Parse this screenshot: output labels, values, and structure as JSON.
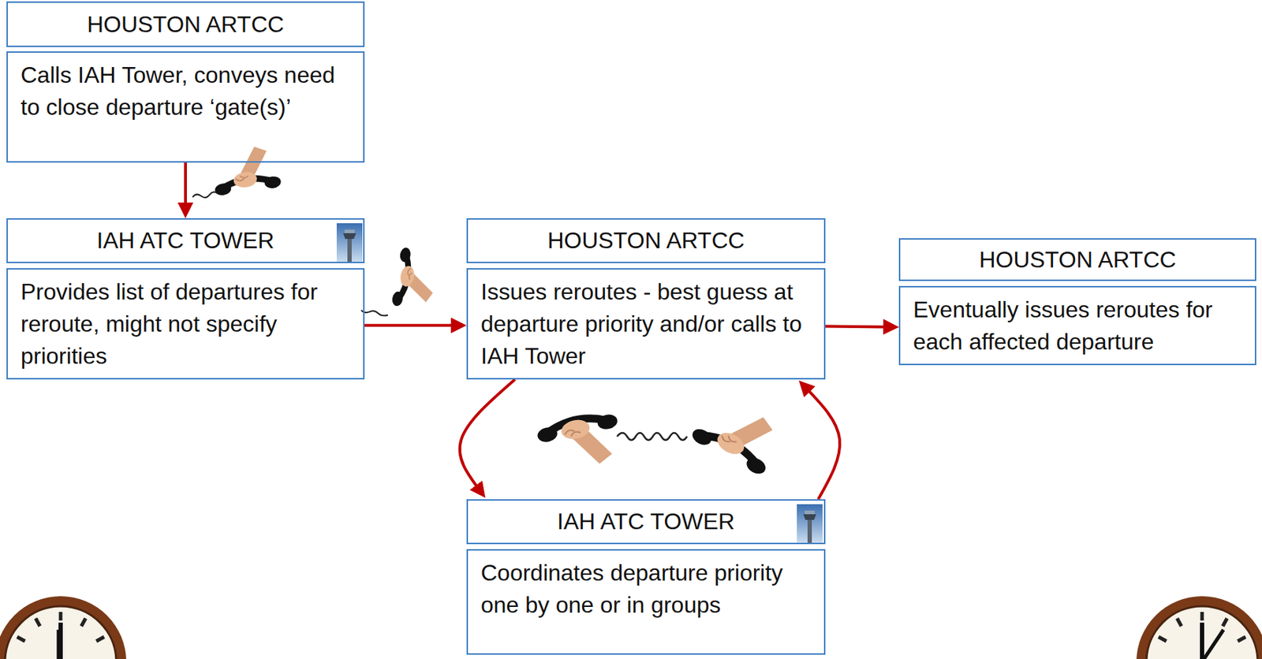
{
  "diagram": {
    "nodes": [
      {
        "text": [
          "HOUSTON ARTCC",
          "Calls IAH Tower, conveys need to close departure ‘gate(s)’"
        ]
      },
      {
        "text": [
          "IAH ATC TOWER",
          "Provides list of departures for reroute, might not specify priorities"
        ]
      },
      {
        "text": [
          "HOUSTON ARTCC",
          "Issues reroutes - best guess at departure priority and/or calls to IAH Tower"
        ]
      },
      {
        "text": [
          "HOUSTON ARTCC",
          "Eventually issues reroutes for each affected departure"
        ]
      },
      {
        "text": [
          "IAH ATC TOWER",
          "Coordinates departure priority one by one or in groups"
        ]
      }
    ],
    "edges": [
      {
        "from": 0,
        "to": 1,
        "arrow": "to"
      },
      {
        "from": 1,
        "to": 2,
        "arrow": "to"
      },
      {
        "from": 2,
        "to": 3,
        "arrow": "to"
      },
      {
        "from": 2,
        "to": 4,
        "arrow": "to"
      },
      {
        "from": 4,
        "to": 2,
        "arrow": "to"
      }
    ]
  }
}
